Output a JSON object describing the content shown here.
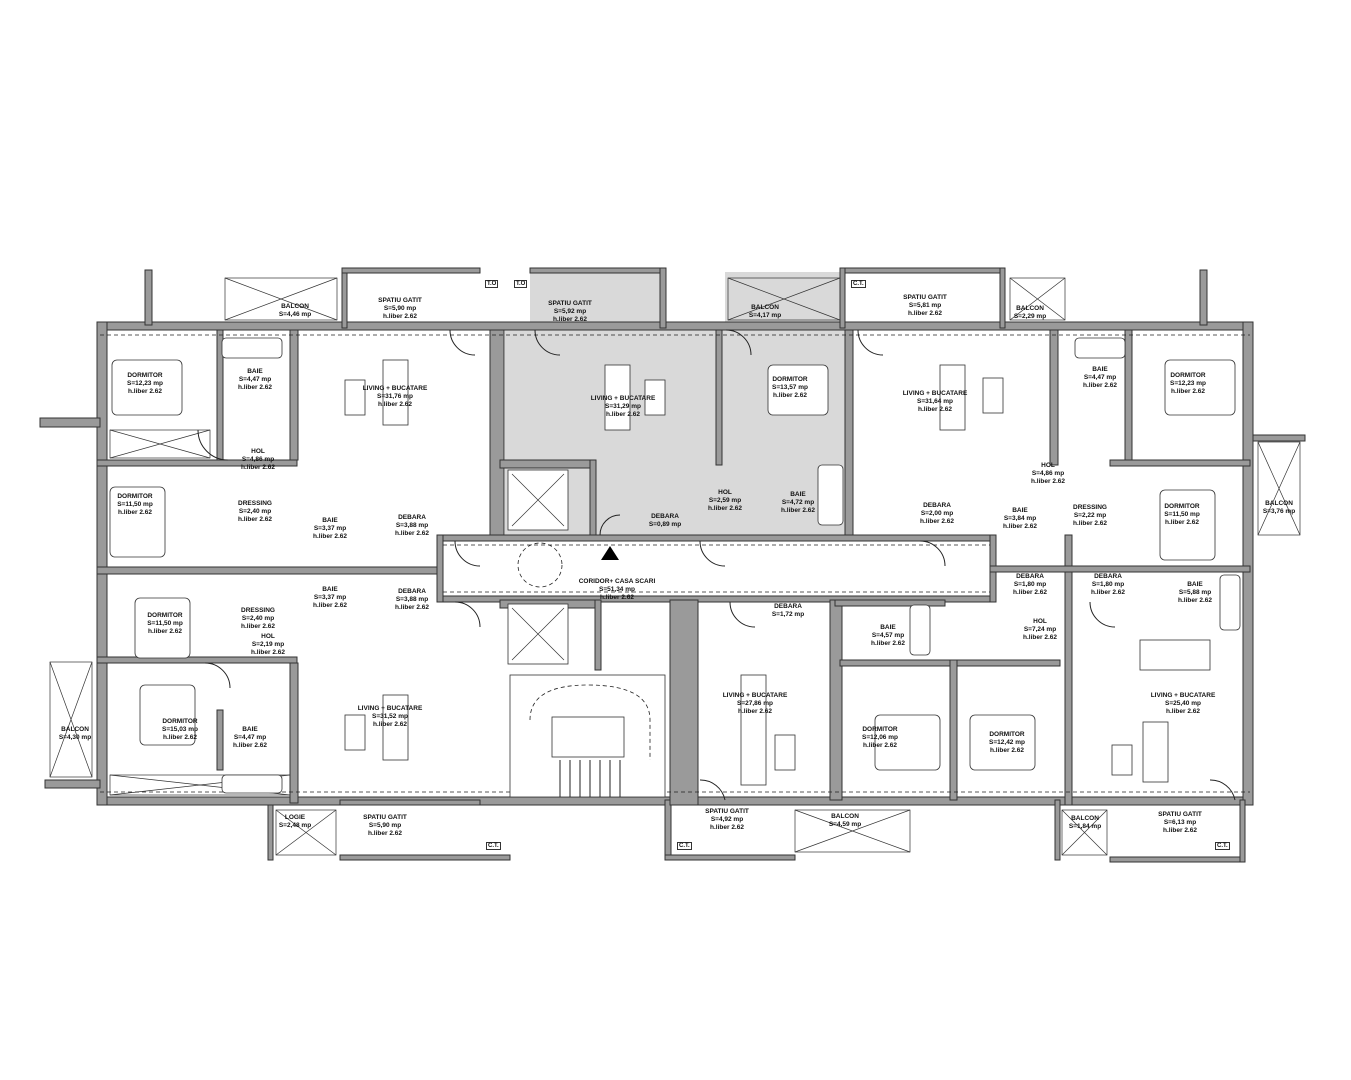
{
  "plan": {
    "rooms": [
      {
        "name": "BALCON",
        "area": "S=4,46 mp",
        "height": ""
      },
      {
        "name": "SPATIU GATIT",
        "area": "S=5,90 mp",
        "height": "h.liber 2.62"
      },
      {
        "name": "SPATIU GATIT",
        "area": "S=5,92 mp",
        "height": "h.liber 2.62"
      },
      {
        "name": "BALCON",
        "area": "S=4,17 mp",
        "height": ""
      },
      {
        "name": "SPATIU GATIT",
        "area": "S=5,81 mp",
        "height": "h.liber 2.62"
      },
      {
        "name": "BALCON",
        "area": "S=2,29 mp",
        "height": ""
      },
      {
        "name": "DORMITOR",
        "area": "S=12,23 mp",
        "height": "h.liber 2.62"
      },
      {
        "name": "BAIE",
        "area": "S=4,47 mp",
        "height": "h.liber 2.62"
      },
      {
        "name": "LIVING + BUCATARE",
        "area": "S=31,76 mp",
        "height": "h.liber 2.62"
      },
      {
        "name": "LIVING + BUCATARE",
        "area": "S=31,29 mp",
        "height": "h.liber 2.62"
      },
      {
        "name": "DORMITOR",
        "area": "S=13,57 mp",
        "height": "h.liber 2.62"
      },
      {
        "name": "LIVING + BUCATARE",
        "area": "S=31,64 mp",
        "height": "h.liber 2.62"
      },
      {
        "name": "BAIE",
        "area": "S=4,47 mp",
        "height": "h.liber 2.62"
      },
      {
        "name": "DORMITOR",
        "area": "S=12,23 mp",
        "height": "h.liber 2.62"
      },
      {
        "name": "HOL",
        "area": "S=4,86 mp",
        "height": "h.liber 2.62"
      },
      {
        "name": "HOL",
        "area": "S=4,86 mp",
        "height": "h.liber 2.62"
      },
      {
        "name": "DORMITOR",
        "area": "S=11,50 mp",
        "height": "h.liber 2.62"
      },
      {
        "name": "DRESSING",
        "area": "S=2,40 mp",
        "height": "h.liber 2.62"
      },
      {
        "name": "BAIE",
        "area": "S=3,37 mp",
        "height": "h.liber 2.62"
      },
      {
        "name": "DEBARA",
        "area": "S=3,88 mp",
        "height": "h.liber 2.62"
      },
      {
        "name": "DEBARA",
        "area": "S=0,89 mp",
        "height": ""
      },
      {
        "name": "HOL",
        "area": "S=2,59 mp",
        "height": "h.liber 2.62"
      },
      {
        "name": "BAIE",
        "area": "S=4,72 mp",
        "height": "h.liber 2.62"
      },
      {
        "name": "DEBARA",
        "area": "S=2,00 mp",
        "height": "h.liber 2.62"
      },
      {
        "name": "BAIE",
        "area": "S=3,84 mp",
        "height": "h.liber 2.62"
      },
      {
        "name": "DRESSING",
        "area": "S=2,22 mp",
        "height": "h.liber 2.62"
      },
      {
        "name": "DORMITOR",
        "area": "S=11,50 mp",
        "height": "h.liber 2.62"
      },
      {
        "name": "BALCON",
        "area": "S=3,76 mp",
        "height": ""
      },
      {
        "name": "DORMITOR",
        "area": "S=11,50 mp",
        "height": "h.liber 2.62"
      },
      {
        "name": "DRESSING",
        "area": "S=2,40 mp",
        "height": "h.liber 2.62"
      },
      {
        "name": "BAIE",
        "area": "S=3,37 mp",
        "height": "h.liber 2.62"
      },
      {
        "name": "DEBARA",
        "area": "S=3,88 mp",
        "height": "h.liber 2.62"
      },
      {
        "name": "HOL",
        "area": "S=2,19 mp",
        "height": "h.liber 2.62"
      },
      {
        "name": "CORIDOR+ CASA SCARI",
        "area": "S=51,34 mp",
        "height": "h.liber 2.62"
      },
      {
        "name": "DEBARA",
        "area": "S=1,72 mp",
        "height": ""
      },
      {
        "name": "BAIE",
        "area": "S=4,57 mp",
        "height": "h.liber 2.62"
      },
      {
        "name": "DEBARA",
        "area": "S=1,80 mp",
        "height": "h.liber 2.62"
      },
      {
        "name": "DEBARA",
        "area": "S=1,80 mp",
        "height": "h.liber 2.62"
      },
      {
        "name": "BAIE",
        "area": "S=5,88 mp",
        "height": "h.liber 2.62"
      },
      {
        "name": "HOL",
        "area": "S=7,24 mp",
        "height": "h.liber 2.62"
      },
      {
        "name": "LIVING + BUCATARE",
        "area": "S=25,40 mp",
        "height": "h.liber 2.62"
      },
      {
        "name": "DORMITOR",
        "area": "S=15,03 mp",
        "height": "h.liber 2.62"
      },
      {
        "name": "BAIE",
        "area": "S=4,47 mp",
        "height": "h.liber 2.62"
      },
      {
        "name": "LIVING + BUCATARE",
        "area": "S=31,52 mp",
        "height": "h.liber 2.62"
      },
      {
        "name": "LIVING + BUCATARE",
        "area": "S=27,86 mp",
        "height": "h.liber 2.62"
      },
      {
        "name": "DORMITOR",
        "area": "S=12,06 mp",
        "height": "h.liber 2.62"
      },
      {
        "name": "DORMITOR",
        "area": "S=12,42 mp",
        "height": "h.liber 2.62"
      },
      {
        "name": "BALCON",
        "area": "S=4,30 mp",
        "height": ""
      },
      {
        "name": "LOGIE",
        "area": "S=2,48 mp",
        "height": ""
      },
      {
        "name": "SPATIU GATIT",
        "area": "S=5,90 mp",
        "height": "h.liber 2.62"
      },
      {
        "name": "SPATIU GATIT",
        "area": "S=4,92 mp",
        "height": "h.liber 2.62"
      },
      {
        "name": "BALCON",
        "area": "S=4,59 mp",
        "height": ""
      },
      {
        "name": "BALCON",
        "area": "S=1,84 mp",
        "height": ""
      },
      {
        "name": "SPATIU GATIT",
        "area": "S=6,13 mp",
        "height": "h.liber 2.62"
      }
    ],
    "tags": [
      "T.O",
      "T.O",
      "C.T.",
      "C.T.",
      "C.T.",
      "C.T."
    ],
    "colors": {
      "wall": "#9a9a9a",
      "highlight_unit": "#d9d9d9",
      "line": "#222222"
    }
  }
}
